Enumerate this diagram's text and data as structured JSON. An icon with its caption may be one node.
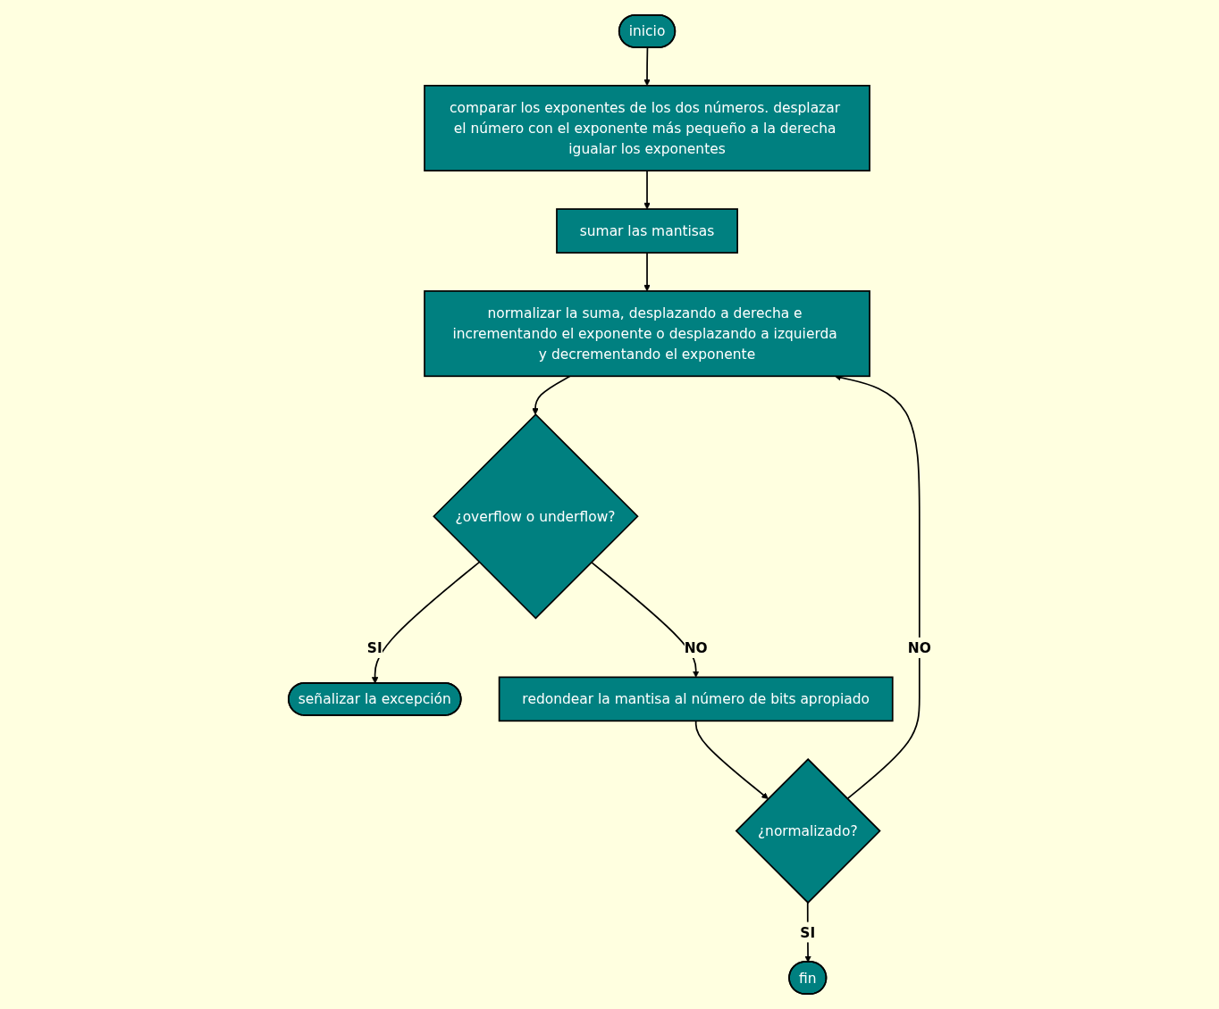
{
  "diagram": {
    "nodes": [
      {
        "text": [
          "inicio"
        ]
      },
      {
        "text": [
          "comparar los exponentes de los dos números. desplazar el número con el exponente más pequeño a la derecha igualar los exponentes"
        ]
      },
      {
        "text": [
          "sumar las mantisas"
        ]
      },
      {
        "text": [
          "normalizar la suma, desplazando a derecha e incrementando el exponente o desplazando a izquierda y decrementando el exponente"
        ]
      },
      {
        "text": [
          "¿overflow o underflow?"
        ]
      },
      {
        "text": [
          "señalizar la excepción"
        ]
      },
      {
        "text": [
          "redondear la mantisa al número de bits apropiado"
        ]
      },
      {
        "text": [
          "¿normalizado?"
        ]
      },
      {
        "text": [
          "fin"
        ]
      }
    ],
    "edges": [
      {
        "from": 0,
        "to": 1,
        "arrow": "to"
      },
      {
        "from": 1,
        "to": 2,
        "arrow": "to"
      },
      {
        "from": 2,
        "to": 3,
        "arrow": "to"
      },
      {
        "from": 3,
        "to": 4,
        "arrow": "to"
      },
      {
        "from": 4,
        "to": 5,
        "arrow": "to",
        "label": "SI"
      },
      {
        "from": 4,
        "to": 6,
        "arrow": "to",
        "label": "NO"
      },
      {
        "from": 6,
        "to": 7,
        "arrow": "to"
      },
      {
        "from": 7,
        "to": 3,
        "arrow": "to",
        "label": "NO"
      },
      {
        "from": 7,
        "to": 8,
        "arrow": "to",
        "label": "SI"
      }
    ]
  }
}
